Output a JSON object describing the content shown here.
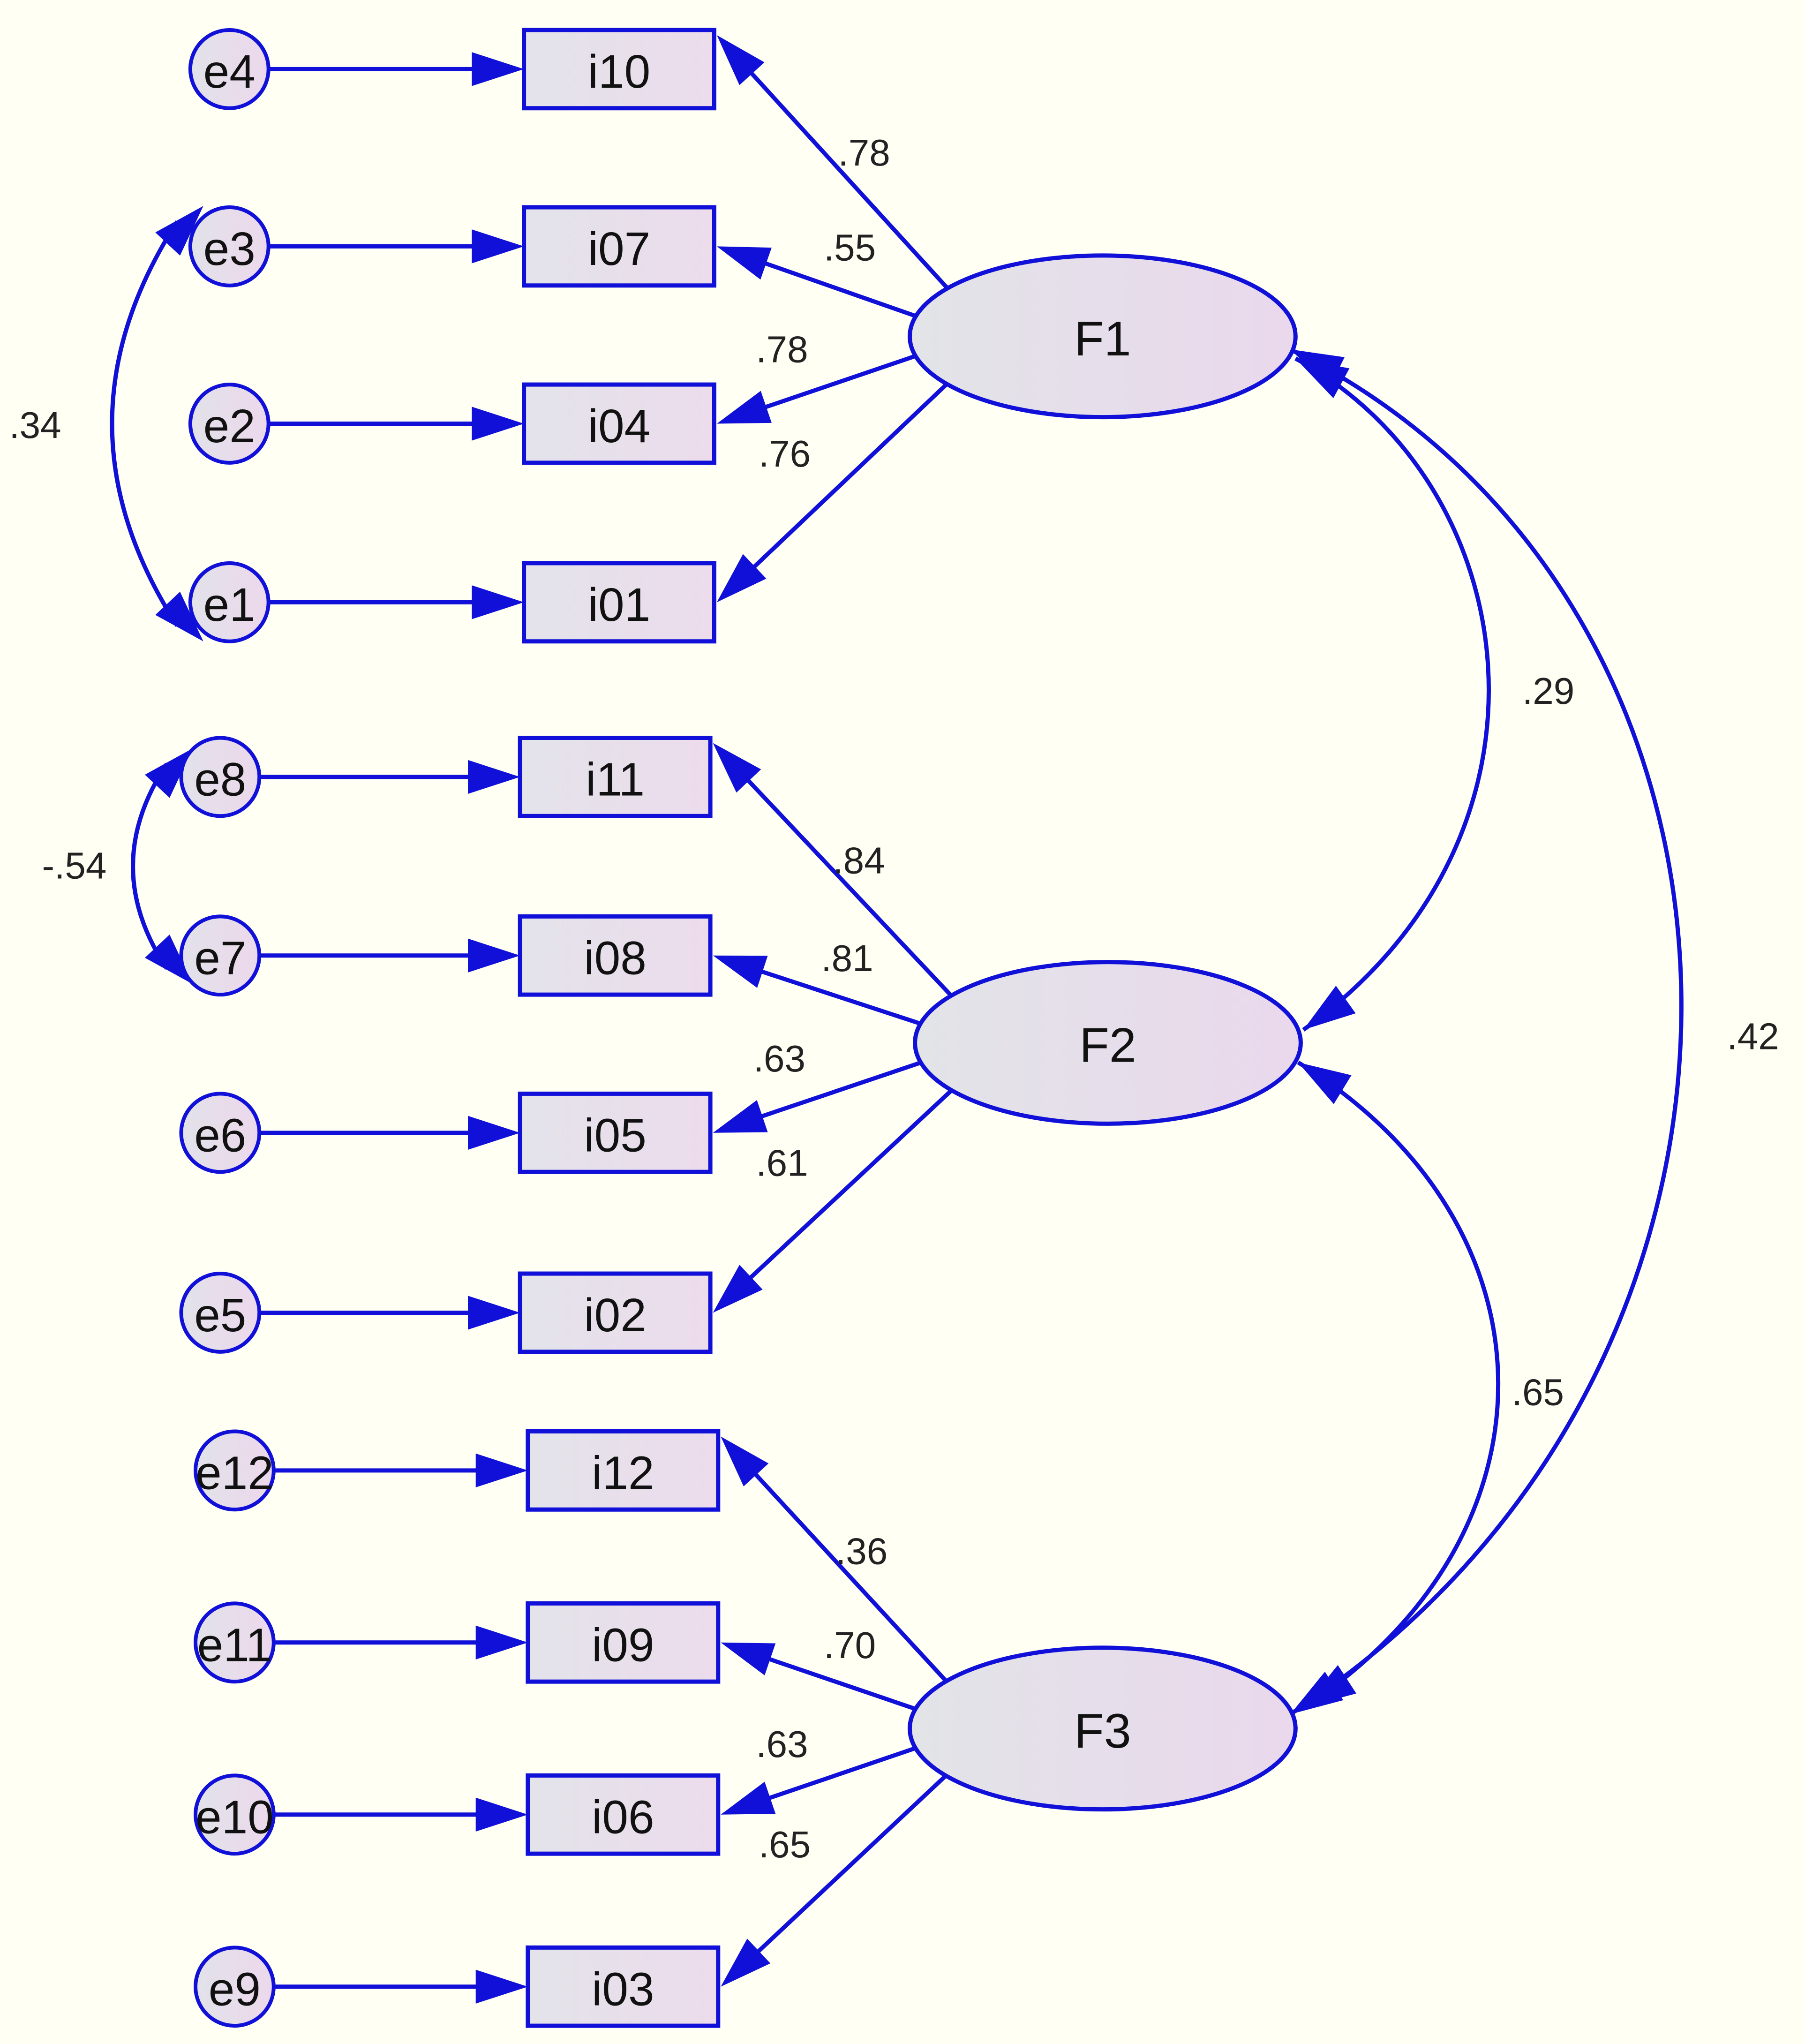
{
  "colors": {
    "background": "#fffff3",
    "stroke": "#1010d8",
    "text": "#111111"
  },
  "factors": [
    {
      "id": "F1",
      "label": "F1"
    },
    {
      "id": "F2",
      "label": "F2"
    },
    {
      "id": "F3",
      "label": "F3"
    }
  ],
  "observed": [
    {
      "id": "i10",
      "label": "i10",
      "factor": "F1",
      "error": "e4",
      "loading": ".78"
    },
    {
      "id": "i07",
      "label": "i07",
      "factor": "F1",
      "error": "e3",
      "loading": ".55"
    },
    {
      "id": "i04",
      "label": "i04",
      "factor": "F1",
      "error": "e2",
      "loading": ".78"
    },
    {
      "id": "i01",
      "label": "i01",
      "factor": "F1",
      "error": "e1",
      "loading": ".76"
    },
    {
      "id": "i11",
      "label": "i11",
      "factor": "F2",
      "error": "e8",
      "loading": ".84"
    },
    {
      "id": "i08",
      "label": "i08",
      "factor": "F2",
      "error": "e7",
      "loading": ".81"
    },
    {
      "id": "i05",
      "label": "i05",
      "factor": "F2",
      "error": "e6",
      "loading": ".63"
    },
    {
      "id": "i02",
      "label": "i02",
      "factor": "F2",
      "error": "e5",
      "loading": ".61"
    },
    {
      "id": "i12",
      "label": "i12",
      "factor": "F3",
      "error": "e12",
      "loading": ".36"
    },
    {
      "id": "i09",
      "label": "i09",
      "factor": "F3",
      "error": "e11",
      "loading": ".70"
    },
    {
      "id": "i06",
      "label": "i06",
      "factor": "F3",
      "error": "e10",
      "loading": ".63"
    },
    {
      "id": "i03",
      "label": "i03",
      "factor": "F3",
      "error": "e9",
      "loading": ".65"
    }
  ],
  "errors": [
    {
      "id": "e4",
      "label": "e4"
    },
    {
      "id": "e3",
      "label": "e3"
    },
    {
      "id": "e2",
      "label": "e2"
    },
    {
      "id": "e1",
      "label": "e1"
    },
    {
      "id": "e8",
      "label": "e8"
    },
    {
      "id": "e7",
      "label": "e7"
    },
    {
      "id": "e6",
      "label": "e6"
    },
    {
      "id": "e5",
      "label": "e5"
    },
    {
      "id": "e12",
      "label": "e12"
    },
    {
      "id": "e11",
      "label": "e11"
    },
    {
      "id": "e10",
      "label": "e10"
    },
    {
      "id": "e9",
      "label": "e9"
    }
  ],
  "error_covariances": [
    {
      "from": "e3",
      "to": "e1",
      "value": ".34"
    },
    {
      "from": "e8",
      "to": "e7",
      "value": "-.54"
    }
  ],
  "factor_covariances": [
    {
      "from": "F1",
      "to": "F2",
      "value": ".29"
    },
    {
      "from": "F2",
      "to": "F3",
      "value": ".65"
    },
    {
      "from": "F1",
      "to": "F3",
      "value": ".42"
    }
  ]
}
